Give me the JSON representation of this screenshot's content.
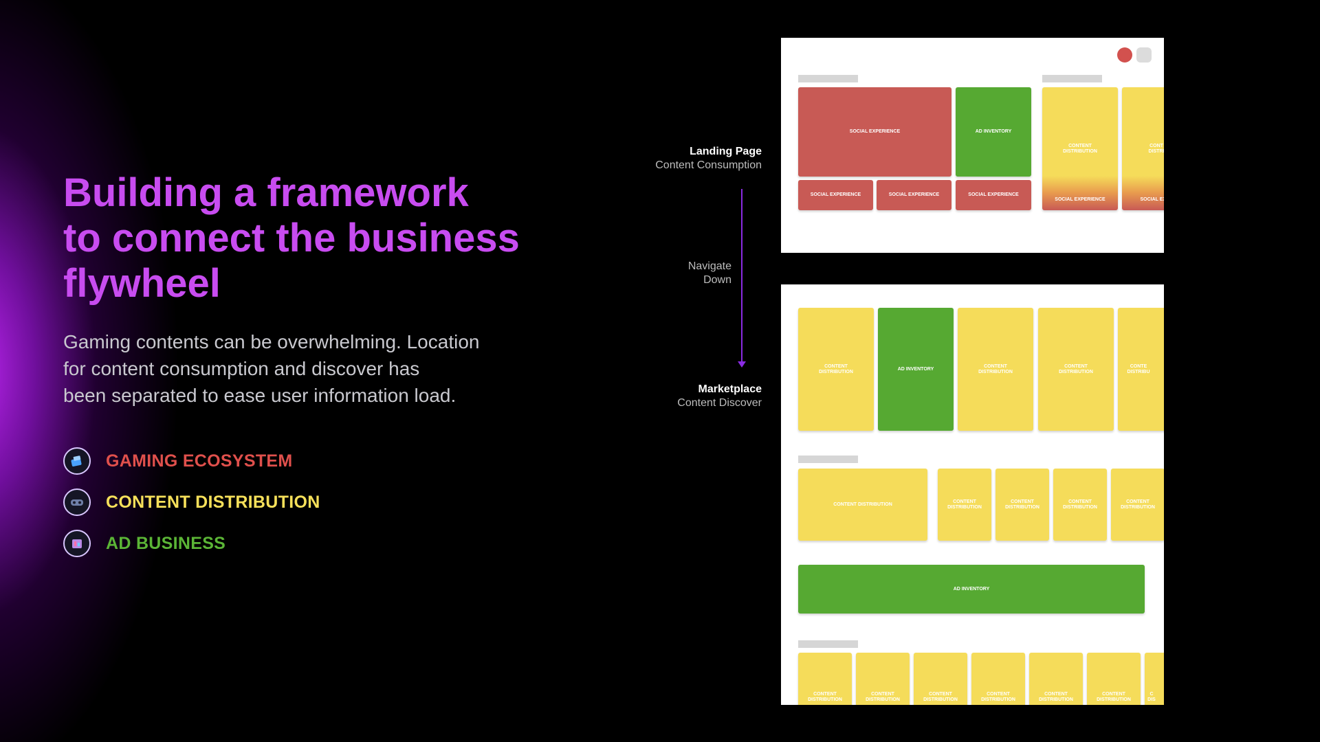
{
  "headline": [
    "Building a framework",
    "to connect the business",
    "flywheel"
  ],
  "description": [
    "Gaming contents can be overwhelming. Location",
    "for content consumption and discover has",
    "been separated to ease user information load."
  ],
  "legend": [
    {
      "label": "GAMING ECOSYSTEM",
      "color": "#e0504c",
      "icon": "gaming-ecosystem-icon"
    },
    {
      "label": "CONTENT DISTRIBUTION",
      "color": "#f6e05a",
      "icon": "content-distribution-icon"
    },
    {
      "label": "AD BUSINESS",
      "color": "#5bb536",
      "icon": "ad-business-icon"
    }
  ],
  "flow": {
    "landing_title": "Landing Page",
    "landing_sub": "Content Consumption",
    "navigate_line1": "Navigate",
    "navigate_line2": "Down",
    "marketplace_title": "Marketplace",
    "marketplace_sub": "Content Discover"
  },
  "labels": {
    "social": "SOCIAL EXPERIENCE",
    "social_cut": "SOCIAL EXPE",
    "ad": "AD INVENTORY",
    "cd": "CONTENT DISTRIBUTION",
    "cd1": "CONTENT",
    "cd2": "DISTRIBUTION",
    "cd1_cut": "CONT",
    "cd2_cut": "DISTRI",
    "cd1_cut2": "CONTE",
    "cd2_cut2": "DISTRIBU",
    "cd1_cut3": "C",
    "cd2_cut3": "DIS"
  },
  "colors": {
    "accent": "#c84cf0",
    "red": "#c85a55",
    "green": "#56a932",
    "yellow": "#f5dc5a"
  }
}
